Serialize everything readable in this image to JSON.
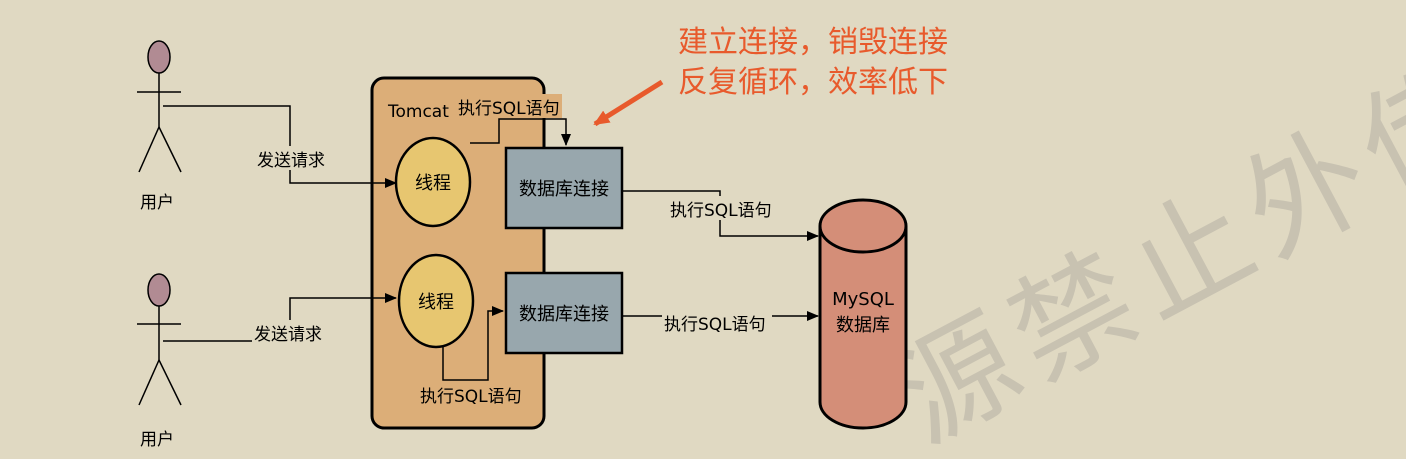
{
  "users": [
    {
      "label": "用户",
      "request_label": "发送请求"
    },
    {
      "label": "用户",
      "request_label": "发送请求"
    }
  ],
  "tomcat": {
    "label": "Tomcat",
    "threads": [
      "线程",
      "线程"
    ],
    "connections": [
      "数据库连接",
      "数据库连接"
    ],
    "sql_labels": [
      "执行SQL语句",
      "执行SQL语句"
    ]
  },
  "database": {
    "line1": "MySQL",
    "line2": "数据库",
    "sql_labels": [
      "执行SQL语句",
      "执行SQL语句"
    ]
  },
  "annotation": {
    "line1": "建立连接，销毁连接",
    "line2": "反复循环，效率低下"
  },
  "watermark": "源禁止外传",
  "colors": {
    "background": "#e0d9c2",
    "tomcat_fill": "#dcae78",
    "thread_fill": "#e7c670",
    "connection_fill": "#98a7ad",
    "db_fill": "#d48e78",
    "user_head": "#b18b93",
    "annotation": "#e85a2c"
  }
}
